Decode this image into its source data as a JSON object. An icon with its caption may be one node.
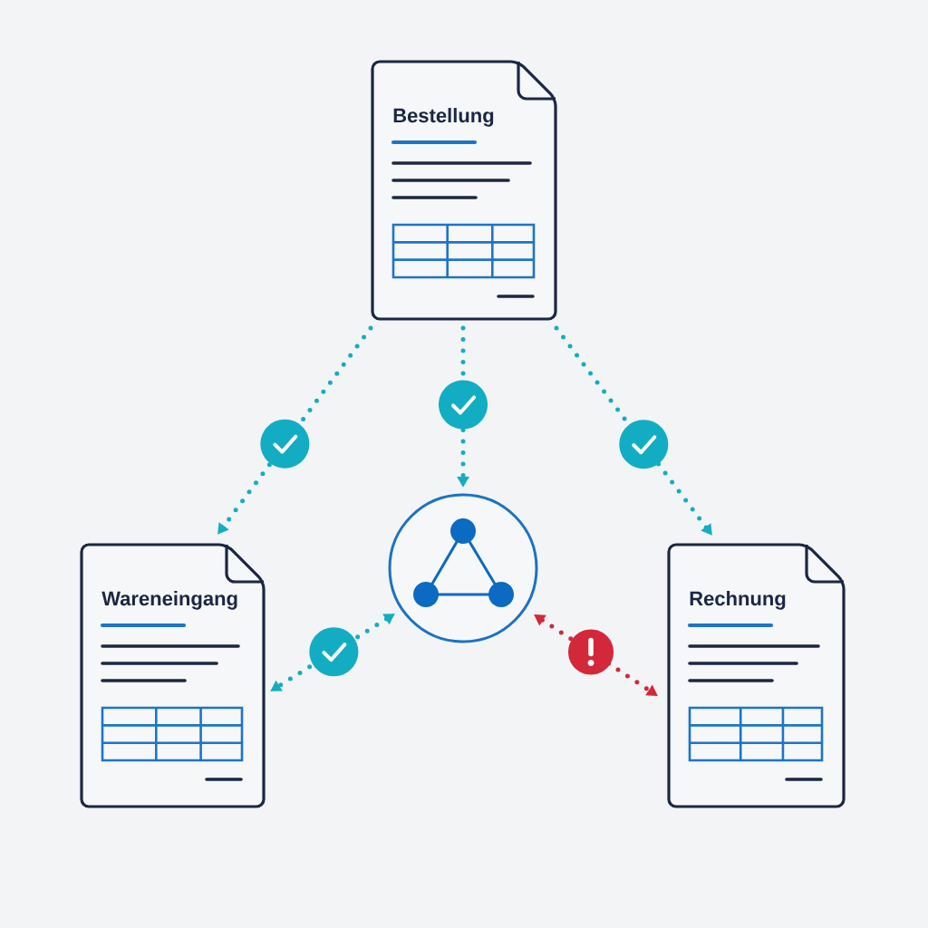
{
  "diagram": {
    "nodes": [
      {
        "text": [
          "Bestellung"
        ]
      },
      {
        "text": [
          "Wareneingang"
        ]
      },
      {
        "text": [],
        "shape": "circle"
      },
      {
        "text": [
          "Rechnung"
        ]
      }
    ],
    "edges": [
      {
        "from": 0,
        "to": 1,
        "arrow": "to"
      },
      {
        "from": 0,
        "to": 2,
        "arrow": "to"
      },
      {
        "from": 0,
        "to": 3,
        "arrow": "to"
      },
      {
        "from": 2,
        "to": 1,
        "arrow": "both"
      },
      {
        "from": 2,
        "to": 3,
        "arrow": "both",
        "color": "#d3283a"
      }
    ]
  }
}
